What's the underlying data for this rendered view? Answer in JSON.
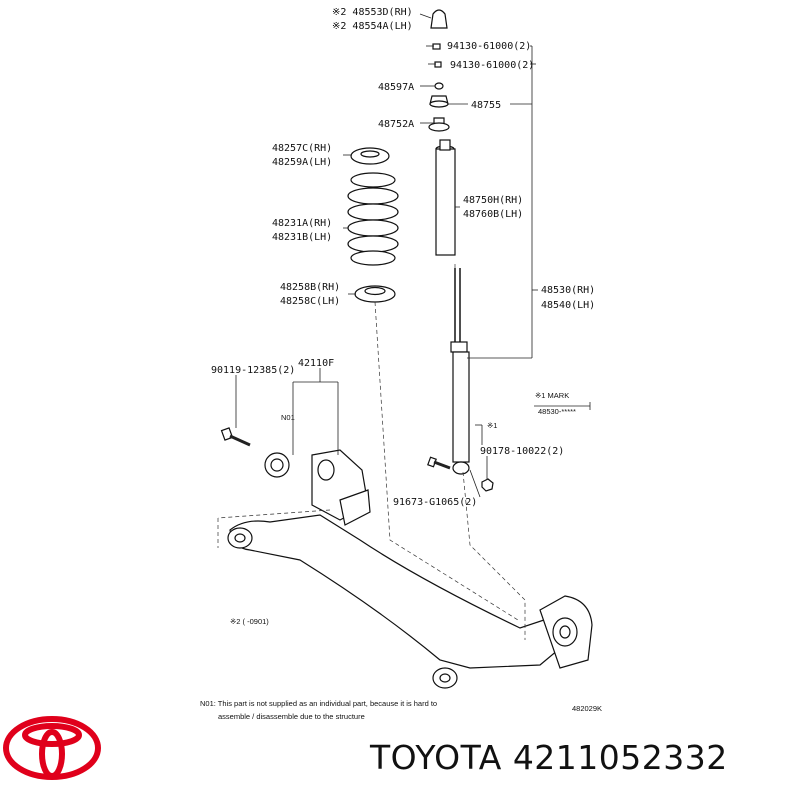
{
  "labels": {
    "bump_stop_rh": "※2 48553D(RH)",
    "bump_stop_lh": "※2 48554A(LH)",
    "nut_1": "94130-61000(2)",
    "nut_2": "94130-61000(2)",
    "retainer": "48597A",
    "support": "48755",
    "bushing": "48752A",
    "insulator_upper_rh": "48257C(RH)",
    "insulator_upper_lh": "48259A(LH)",
    "shock_rh": "48750H(RH)",
    "shock_lh": "48760B(LH)",
    "spring_rh": "48231A(RH)",
    "spring_lh": "48231B(LH)",
    "absorber_rh": "48530(RH)",
    "absorber_lh": "48540(LH)",
    "insulator_lower_rh": "48258B(RH)",
    "insulator_lower_lh": "48258C(LH)",
    "beam": "42110F",
    "bolt_beam": "90119-12385(2)",
    "n01": "N01",
    "mark_title": "※1 MARK",
    "mark_value": "48530-*****",
    "mark_ref": "※1",
    "bolt_lower": "90178-10022(2)",
    "washer_lower": "91673-G1065(2)",
    "note_date": "※2 (      -0901)",
    "footnote_1": "N01: This part is not supplied as an individual part, because it is hard to",
    "footnote_2": "assemble / disassemble due to the structure",
    "diagram_code": "482029K"
  },
  "brand": {
    "text": "TOYOTA 4211052332",
    "logo_color": "#e0001b"
  }
}
